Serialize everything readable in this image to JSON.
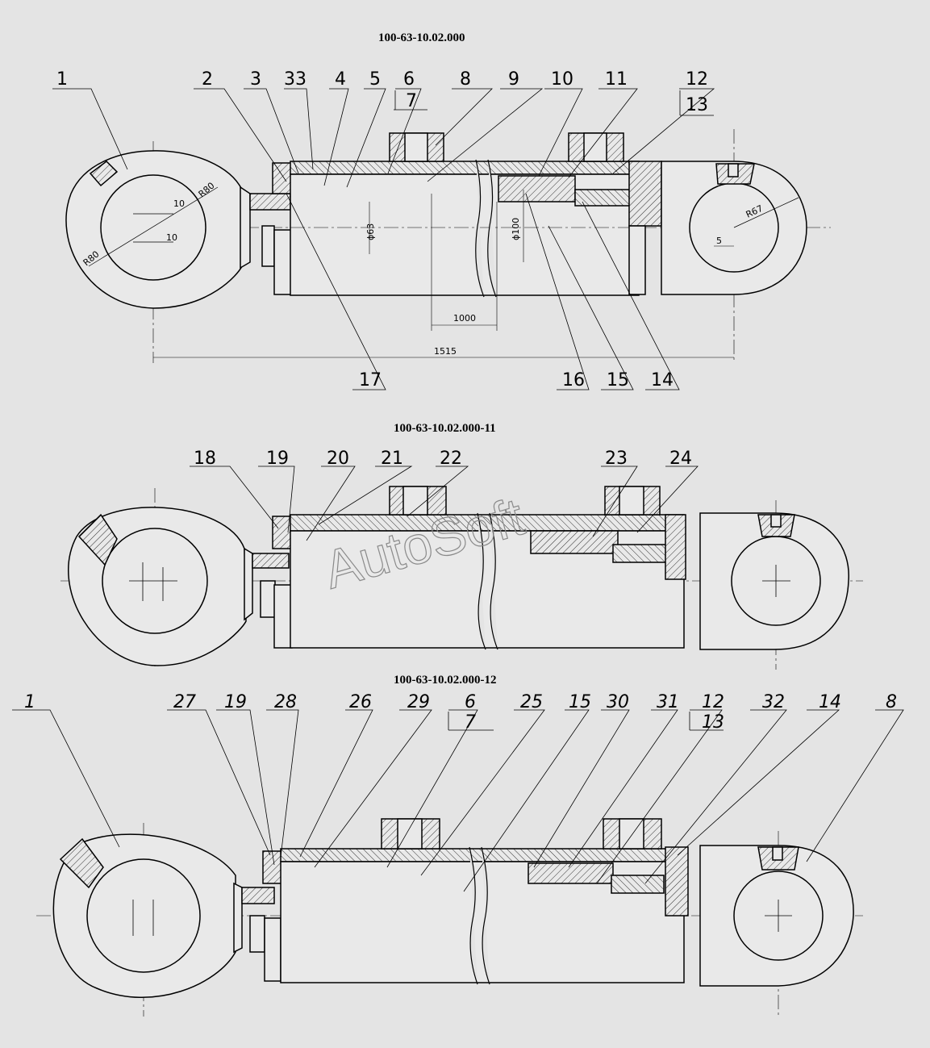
{
  "views": [
    {
      "title": "100-63-10.02.000"
    },
    {
      "title": "100-63-10.02.000-11"
    },
    {
      "title": "100-63-10.02.000-12"
    }
  ],
  "view1_labels": [
    "1",
    "2",
    "3",
    "33",
    "4",
    "5",
    "6",
    "7",
    "8",
    "9",
    "10",
    "11",
    "12",
    "13",
    "17",
    "16",
    "15",
    "14"
  ],
  "view2_labels": [
    "18",
    "19",
    "20",
    "21",
    "22",
    "23",
    "24"
  ],
  "view3_labels": [
    "1",
    "27",
    "19",
    "28",
    "26",
    "29",
    "6",
    "7",
    "25",
    "15",
    "30",
    "31",
    "12",
    "13",
    "32",
    "14",
    "8"
  ],
  "dimensions": {
    "r80_a": "R80",
    "r80_b": "R80",
    "d10_a": "10",
    "d10_b": "10",
    "phi63": "ϕ63",
    "phi100": "ϕ100",
    "stroke": "1000",
    "length": "1515",
    "r67": "R67",
    "d5": "5"
  },
  "watermark": "AutoSoft",
  "colors": {
    "background": "#e4e4e4",
    "line": "#000000",
    "fill": "#e9e9e9"
  }
}
